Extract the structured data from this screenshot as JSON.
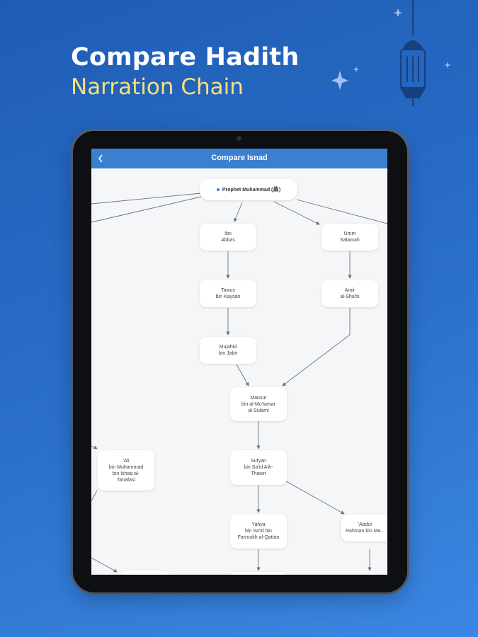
{
  "hero": {
    "title": "Compare Hadith",
    "subtitle": "Narration Chain"
  },
  "app": {
    "title": "Compare Isnad",
    "back_icon": "chevron-left-icon"
  },
  "isnad_nodes": {
    "root": "Prophet Muhammad (ﷺ)",
    "ibn_abbas": "Ibn\nAbbas",
    "umm_salamah": "Umm\nSalamah",
    "tawus": "Tawus\nbin Kaysan",
    "amir": "Amir\nal-Sha'bi",
    "mujahid": "Mujahid\nbin Jabir",
    "mansur": "Mansur\nbin al-Mu'tamar\nal-Sulami",
    "ali": "'Ali\nbin Muhammad\nbin Ishaq al-\nTanafasi",
    "sufyan": "Sufyan\nbin Sa'id Ath-\nThawri",
    "yahya": "Yahya\nbin Sa'id bin\nFarroukh al-Qattan",
    "abdur": "'Abdur\nRahman bin Ma..."
  },
  "colors": {
    "background_top": "#1f5db4",
    "background_bottom": "#3b87e3",
    "app_bar": "#3b7fd1",
    "subtitle": "#f6e07a",
    "edge": "#6b7280"
  }
}
